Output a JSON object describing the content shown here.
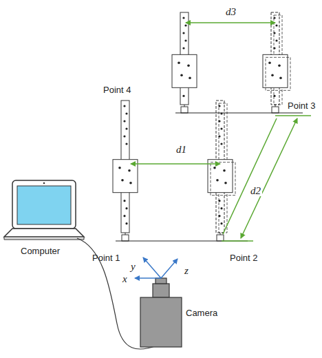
{
  "diagram": {
    "labels": [
      "d3",
      "Point 4",
      "Point 3",
      "d1",
      "d2",
      "Point 1",
      "Point 2",
      "Computer",
      "y",
      "z",
      "x",
      "Camera"
    ]
  }
}
